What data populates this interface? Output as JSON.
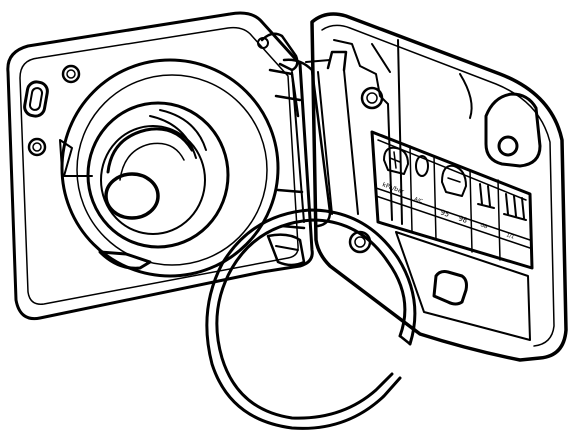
{
  "figure": {
    "subject": "fuel filler flap open, with fuel cap retaining ring and pressure/fuel label on inside of door",
    "label_panel": {
      "fuel_octane_label": "95",
      "fuel_octane_label_2": "98",
      "small_text_rows": [
        "kPa/bar",
        "A/C",
        "GB",
        "1/1"
      ]
    }
  }
}
